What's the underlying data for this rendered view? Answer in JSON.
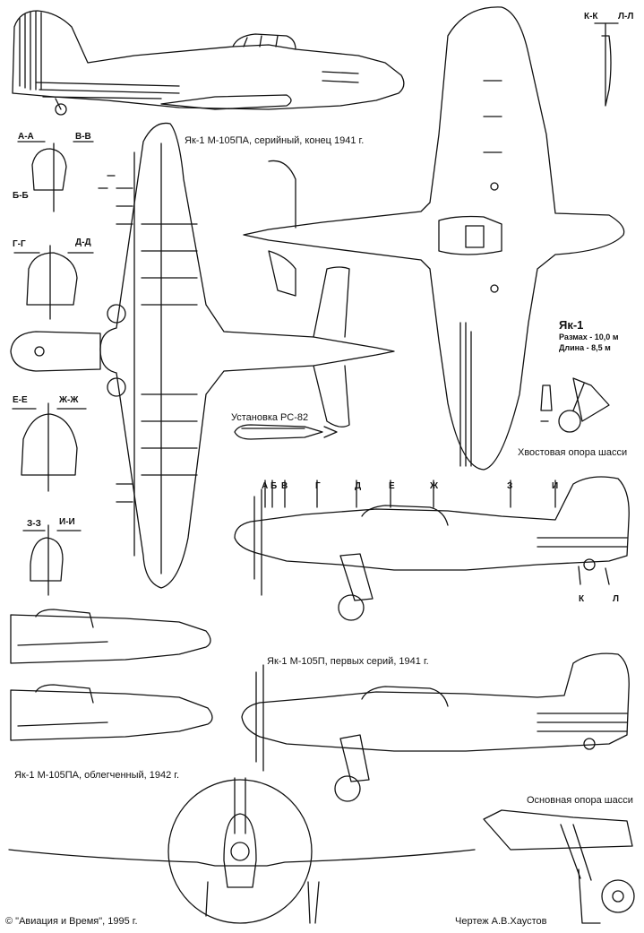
{
  "captions": {
    "yak1_m105pa_serial": "Як-1 М-105ПА, серийный, конец 1941 г.",
    "yak1_m105p_first": "Як-1 М-105П, первых серий, 1941 г.",
    "yak1_m105pa_light": "Як-1 М-105ПА, облегченный, 1942 г.",
    "rs82_install": "Установка РС-82",
    "tail_gear": "Хвостовая опора шасси",
    "main_gear": "Основная опора шасси",
    "author": "Чертеж А.В.Хаустов",
    "copyright": "© \"Авиация и Время\", 1995 г."
  },
  "specs": {
    "title": "Як-1",
    "span": "Размах - 10,0 м",
    "length": "Длина - 8,5 м"
  },
  "section_labels": {
    "aa": "А-А",
    "vv": "В-В",
    "bb": "Б-Б",
    "gg": "Г-Г",
    "dd": "Д-Д",
    "ee": "Е-Е",
    "zhzh": "Ж-Ж",
    "zz": "З-З",
    "ii": "И-И",
    "kk": "К-К",
    "ll": "Л-Л"
  },
  "station_labels": {
    "a": "А",
    "b": "Б",
    "v": "В",
    "g": "Г",
    "d": "Д",
    "e": "Е",
    "zh": "Ж",
    "z": "З",
    "i": "И",
    "k": "К",
    "l": "Л"
  }
}
